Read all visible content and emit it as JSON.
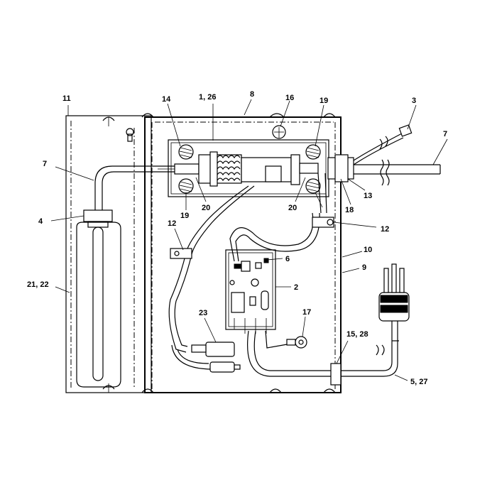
{
  "callouts": {
    "c1_26": "1, 26",
    "c2": "2",
    "c3": "3",
    "c4": "4",
    "c5_27": "5, 27",
    "c6": "6",
    "c7_left": "7",
    "c7_right": "7",
    "c8": "8",
    "c9": "9",
    "c10": "10",
    "c11": "11",
    "c12_left": "12",
    "c12_right": "12",
    "c13": "13",
    "c14": "14",
    "c15_28": "15, 28",
    "c16": "16",
    "c17": "17",
    "c18": "18",
    "c19_top": "19",
    "c19_bottom": "19",
    "c20_left": "20",
    "c20_right": "20",
    "c21_22": "21, 22",
    "c23": "23"
  }
}
